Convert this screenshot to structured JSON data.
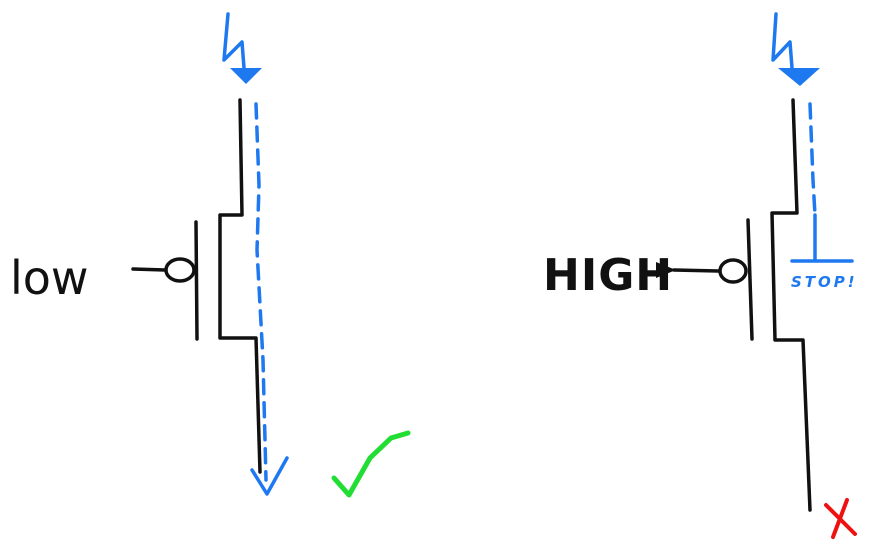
{
  "colors": {
    "wire": "#111111",
    "current": "#1e78f0",
    "check": "#22dd33",
    "cross": "#ee1111"
  },
  "left_circuit": {
    "gate_label": "low",
    "result_icon": "check-icon"
  },
  "right_circuit": {
    "gate_label": "HIGH",
    "stop_label": "STOP!",
    "result_icon": "cross-icon"
  }
}
